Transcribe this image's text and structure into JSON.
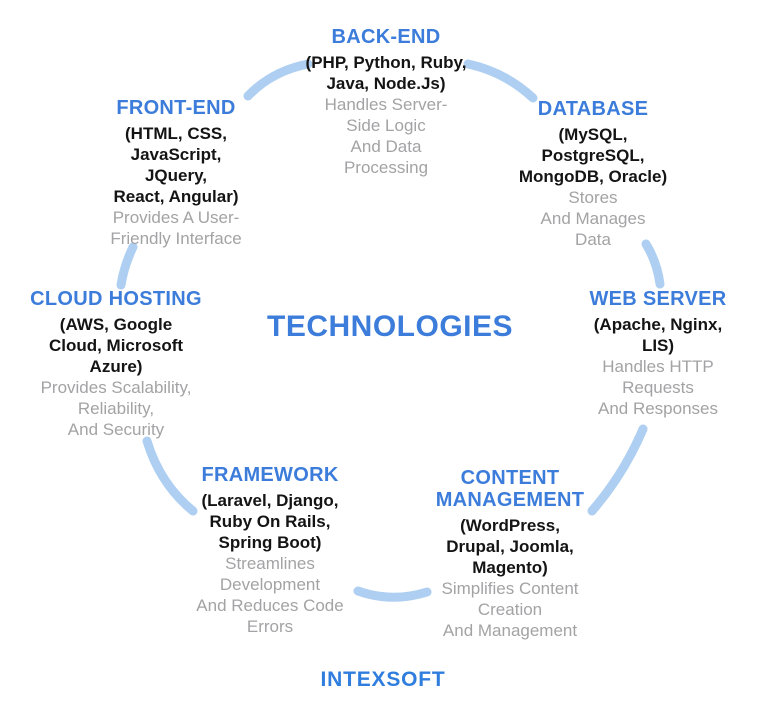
{
  "colors": {
    "accent_blue": "#3C7CDA",
    "arc_light_blue": "#AECFF1",
    "tools_black": "#141414",
    "description_gray": "#A3A3A5",
    "logo_blue": "#2F7EDE"
  },
  "center": {
    "title": "TECHNOLOGIES"
  },
  "footer": {
    "logo_text": "INTEXSOFT"
  },
  "nodes": {
    "back_end": {
      "title": "BACK-END",
      "tools": [
        "(PHP, Python, Ruby,",
        "Java, Node.Js)"
      ],
      "description": [
        "Handles Server-",
        "Side Logic",
        "And Data",
        "Processing"
      ]
    },
    "database": {
      "title": "DATABASE",
      "tools": [
        "(MySQL,",
        "PostgreSQL,",
        "MongoDB, Oracle)"
      ],
      "description": [
        "Stores",
        "And Manages",
        "Data"
      ]
    },
    "web_server": {
      "title": "WEB SERVER",
      "tools": [
        "(Apache, Nginx,",
        "LIS)"
      ],
      "description": [
        "Handles HTTP",
        "Requests",
        "And Responses"
      ]
    },
    "content_management": {
      "title": [
        "CONTENT",
        "MANAGEMENT"
      ],
      "tools": [
        "(WordPress,",
        "Drupal, Joomla,",
        "Magento)"
      ],
      "description": [
        "Simplifies Content",
        "Creation",
        "And Management"
      ]
    },
    "framework": {
      "title": "FRAMEWORK",
      "tools": [
        "(Laravel, Django,",
        "Ruby On Rails,",
        "Spring Boot)"
      ],
      "description": [
        "Streamlines",
        "Development",
        "And Reduces Code",
        "Errors"
      ]
    },
    "cloud_hosting": {
      "title": "CLOUD HOSTING",
      "tools": [
        "(AWS, Google",
        "Cloud, Microsoft",
        "Azure)"
      ],
      "description": [
        "Provides Scalability,",
        "Reliability,",
        "And Security"
      ]
    },
    "front_end": {
      "title": "FRONT-END",
      "tools": [
        "(HTML, CSS,",
        "JavaScript,",
        "JQuery,",
        "React, Angular)"
      ],
      "description": [
        "Provides A User-",
        "Friendly Interface"
      ]
    }
  }
}
